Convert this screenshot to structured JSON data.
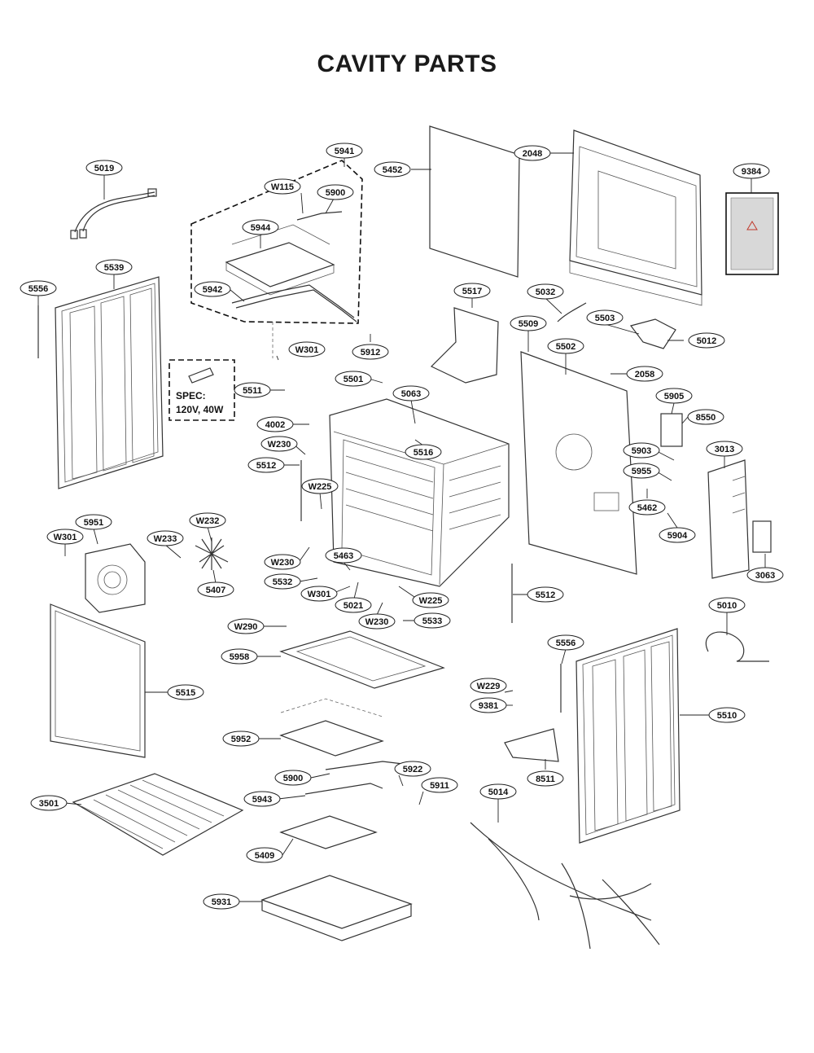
{
  "title": "CAVITY PARTS",
  "spec": {
    "line1": "SPEC:",
    "line2": "120V, 40W"
  },
  "labels": {
    "p5019": "5019",
    "p5941": "5941",
    "p5452": "5452",
    "p2048": "2048",
    "p9384": "9384",
    "pW115": "W115",
    "p5900a": "5900",
    "p5944": "5944",
    "p5539": "5539",
    "p5556a": "5556",
    "p5942": "5942",
    "p5517": "5517",
    "p5032": "5032",
    "p5509": "5509",
    "p5503": "5503",
    "p5012": "5012",
    "pW301a": "W301",
    "p5912": "5912",
    "p5502": "5502",
    "p2058": "2058",
    "p5501": "5501",
    "p5511": "5511",
    "p5063": "5063",
    "p5905": "5905",
    "p8550": "8550",
    "p4002": "4002",
    "pW230a": "W230",
    "p5516": "5516",
    "p5903": "5903",
    "p3013": "3013",
    "p5512a": "5512",
    "p5955": "5955",
    "pW225a": "W225",
    "p5462": "5462",
    "p5951": "5951",
    "pW232": "W232",
    "pW301b": "W301",
    "pW233": "W233",
    "p5904": "5904",
    "pW230b": "W230",
    "p5463": "5463",
    "p3063": "3063",
    "p5532": "5532",
    "p5407": "5407",
    "pW301c": "W301",
    "p5021": "5021",
    "pW225b": "W225",
    "p5512b": "5512",
    "pW290": "W290",
    "pW230c": "W230",
    "p5533": "5533",
    "p5010": "5010",
    "p5556b": "5556",
    "p5958": "5958",
    "p5515": "5515",
    "pW229": "W229",
    "p9381": "9381",
    "p5510": "5510",
    "p5952": "5952",
    "p5922": "5922",
    "p5900b": "5900",
    "p8511": "8511",
    "p5911": "5911",
    "p5943": "5943",
    "p5014": "5014",
    "p3501": "3501",
    "p5409": "5409",
    "p5931": "5931"
  }
}
